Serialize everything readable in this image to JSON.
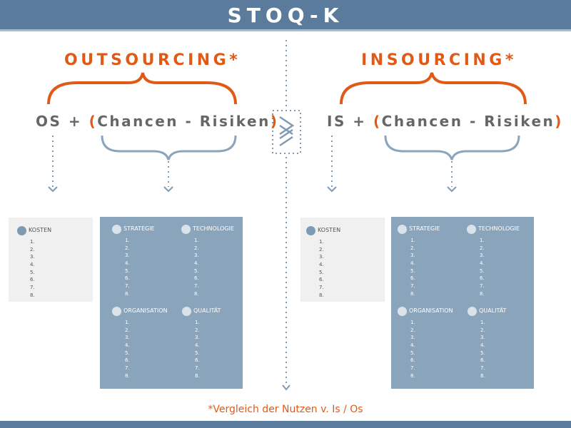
{
  "header": {
    "title": "STOQ-K"
  },
  "outsourcing": {
    "title": "OUTSOURCING*",
    "formula": {
      "prefix": "OS + ",
      "open": "(",
      "inner": "Chancen - Risiken",
      "close": ")"
    },
    "kosten": {
      "label": "KOSTEN",
      "items": [
        "1.",
        "2.",
        "3.",
        "4.",
        "5.",
        "6.",
        "7.",
        "8."
      ]
    },
    "categories": [
      {
        "label": "STRATEGIE",
        "items": [
          "1.",
          "2.",
          "3.",
          "4.",
          "5.",
          "6.",
          "7.",
          "8."
        ]
      },
      {
        "label": "TECHNOLOGIE",
        "items": [
          "1.",
          "2.",
          "3.",
          "4.",
          "5.",
          "6.",
          "7.",
          "8."
        ]
      },
      {
        "label": "ORGANISATION",
        "items": [
          "1.",
          "2.",
          "3.",
          "4.",
          "5.",
          "6.",
          "7.",
          "8."
        ]
      },
      {
        "label": "QUALITÄT",
        "items": [
          "1.",
          "2.",
          "3.",
          "4.",
          "5.",
          "6.",
          "7.",
          "8."
        ]
      }
    ]
  },
  "insourcing": {
    "title": "INSOURCING*",
    "formula": {
      "prefix": "IS + ",
      "open": "(",
      "inner": "Chancen - Risiken",
      "close": ")"
    },
    "kosten": {
      "label": "KOSTEN",
      "items": [
        "1.",
        "2.",
        "3.",
        "4.",
        "5.",
        "6.",
        "7.",
        "8."
      ]
    },
    "categories": [
      {
        "label": "STRATEGIE",
        "items": [
          "1.",
          "2.",
          "3.",
          "4.",
          "5.",
          "6.",
          "7.",
          "8."
        ]
      },
      {
        "label": "TECHNOLOGIE",
        "items": [
          "1.",
          "2.",
          "3.",
          "4.",
          "5.",
          "6.",
          "7.",
          "8."
        ]
      },
      {
        "label": "ORGANISATION",
        "items": [
          "1.",
          "2.",
          "3.",
          "4.",
          "5.",
          "6.",
          "7.",
          "8."
        ]
      },
      {
        "label": "QUALITÄT",
        "items": [
          "1.",
          "2.",
          "3.",
          "4.",
          "5.",
          "6.",
          "7.",
          "8."
        ]
      }
    ]
  },
  "compare_symbol": "≤ ≥",
  "footnote": "*Vergleich der Nutzen v. Is / Os",
  "colors": {
    "bar": "#5b7b9c",
    "accent": "#e05a16",
    "panel_blue": "#8aa4bc",
    "panel_light": "#f0f0f0",
    "text_gray": "#666666",
    "arrow": "#7f9ab3"
  }
}
